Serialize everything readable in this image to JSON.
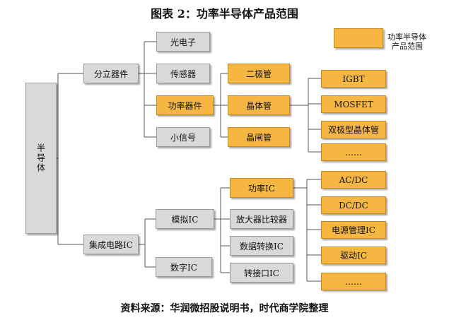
{
  "title": "图表 2：功率半导体产品范围",
  "source": "资料来源：华润微招股说明书，时代商学院整理",
  "legend": {
    "label_line1": "功率半导体",
    "label_line2": "产品范围",
    "color": "#f5b642"
  },
  "colors": {
    "grey": "#d9d9d9",
    "orange": "#f5b642",
    "line": "#555555"
  },
  "nodes": {
    "semiconductor": "半导体",
    "discrete": "分立器件",
    "ic": "集成电路IC",
    "optoelectronic": "光电子",
    "sensor": "传感器",
    "power_device": "功率器件",
    "small_signal": "小信号",
    "diode": "二极管",
    "transistor": "晶体管",
    "thyristor": "晶闸管",
    "igbt": "IGBT",
    "mosfet": "MOSFET",
    "bjt": "双极型晶体管",
    "more1": "……",
    "analog_ic": "模拟IC",
    "digital_ic": "数字IC",
    "power_ic": "功率IC",
    "amplifier": "放大器比较器",
    "data_converter": "数据转换IC",
    "interface_ic": "转接口IC",
    "acdc": "AC/DC",
    "dcdc": "DC/DC",
    "pmic": "电源管理IC",
    "driver_ic": "驱动IC",
    "more2": "……"
  }
}
